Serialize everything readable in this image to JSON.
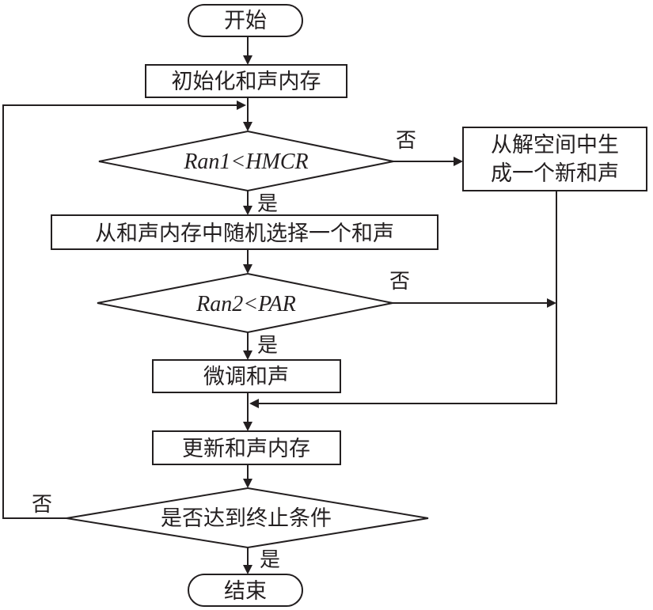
{
  "nodes": {
    "start": "开始",
    "init_memory": "初始化和声内存",
    "decision_hmcr": "Ran1<HMCR",
    "new_from_space_line1": "从解空间中生",
    "new_from_space_line2": "成一个新和声",
    "select_random": "从和声内存中随机选择一个和声",
    "decision_par": "Ran2<PAR",
    "fine_tune": "微调和声",
    "update_memory": "更新和声内存",
    "decision_stop": "是否达到终止条件",
    "end": "结束"
  },
  "edge_labels": {
    "hmcr_no": "否",
    "hmcr_yes": "是",
    "par_no": "否",
    "par_yes": "是",
    "stop_no": "否",
    "stop_yes": "是"
  }
}
